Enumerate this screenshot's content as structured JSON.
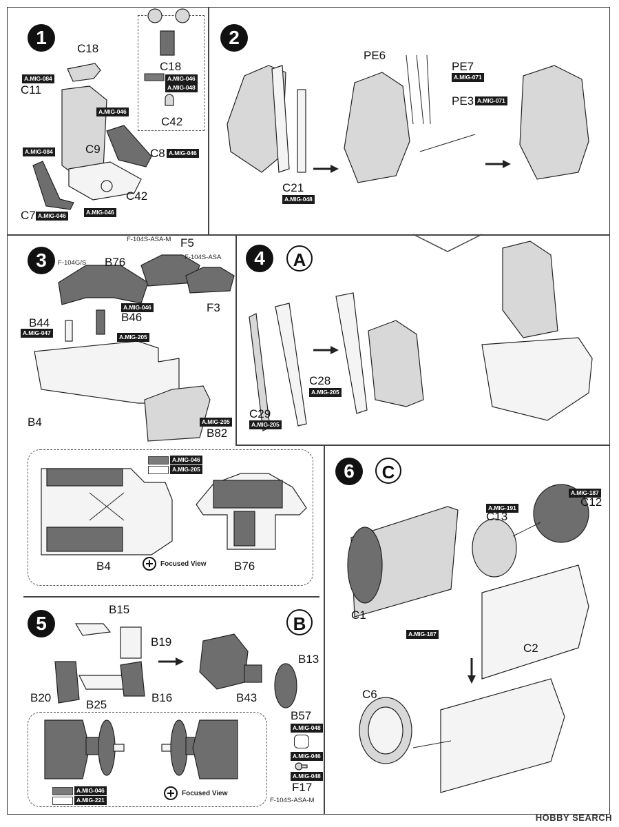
{
  "steps": {
    "s1": {
      "num": "1",
      "labels": {
        "C18a": "C18",
        "C11": "C11",
        "C9": "C9",
        "C8": "C8",
        "C42": "C42",
        "C7": "C7",
        "C18b": "C18",
        "C42b": "C42"
      },
      "tags": {
        "t1": "A.MIG-084",
        "t2": "A.MIG-046",
        "t3": "A.MIG-084",
        "t4": "A.MIG-046",
        "t5": "A.MIG-046",
        "t6": "A.MIG-046",
        "t7": "A.MIG-046",
        "t8": "A.MIG-048"
      }
    },
    "s2": {
      "num": "2",
      "labels": {
        "PE6": "PE6",
        "PE7": "PE7",
        "PE3": "PE3",
        "C21": "C21"
      },
      "tags": {
        "t1": "A.MIG-071",
        "t2": "A.MIG-071",
        "t3": "A.MIG-048"
      }
    },
    "s3": {
      "num": "3",
      "labels": {
        "B76": "B76",
        "F5": "F5",
        "F3": "F3",
        "B44": "B44",
        "B46": "B46",
        "B4": "B4",
        "B82": "B82"
      },
      "variants": {
        "v1": "F-104S-ASA-M",
        "v2": "F-104G/S",
        "v3": "F-104S-ASA"
      },
      "tags": {
        "t1": "A.MIG-046",
        "t2": "A.MIG-047",
        "t3": "A.MIG-205",
        "t4": "A.MIG-205"
      }
    },
    "s4": {
      "num": "4",
      "sub": "A",
      "labels": {
        "C28": "C28",
        "C29": "C29"
      },
      "tags": {
        "t1": "A.MIG-205",
        "t2": "A.MIG-205"
      }
    },
    "focus1": {
      "legend": [
        "A.MIG-046",
        "A.MIG-205"
      ],
      "label_b4": "B4",
      "label_b76": "B76",
      "focused": "Focused View"
    },
    "s5": {
      "num": "5",
      "sub": "B",
      "labels": {
        "B15": "B15",
        "B19": "B19",
        "B20": "B20",
        "B25": "B25",
        "B16": "B16",
        "B13": "B13",
        "B43": "B43",
        "B57": "B57",
        "F17": "F17"
      },
      "variant": "F-104S-ASA-M",
      "tags": {
        "t1": "A.MIG-048",
        "t2": "A.MIG-046",
        "t3": "A.MIG-048"
      },
      "legend": [
        "A.MIG-046",
        "A.MIG-221"
      ],
      "focused": "Focused View"
    },
    "s6": {
      "num": "6",
      "sub": "C",
      "labels": {
        "C13": "C13",
        "C12": "C12",
        "C1": "C1",
        "C2": "C2",
        "C6": "C6"
      },
      "tags": {
        "t1": "A.MIG-191",
        "t2": "A.MIG-187",
        "t3": "A.MIG-187"
      }
    }
  },
  "colors": {
    "paint_046": "#7a7a7a",
    "paint_205": "#ffffff",
    "paint_221": "#ffffff"
  },
  "watermark": "HOBBY SEARCH"
}
